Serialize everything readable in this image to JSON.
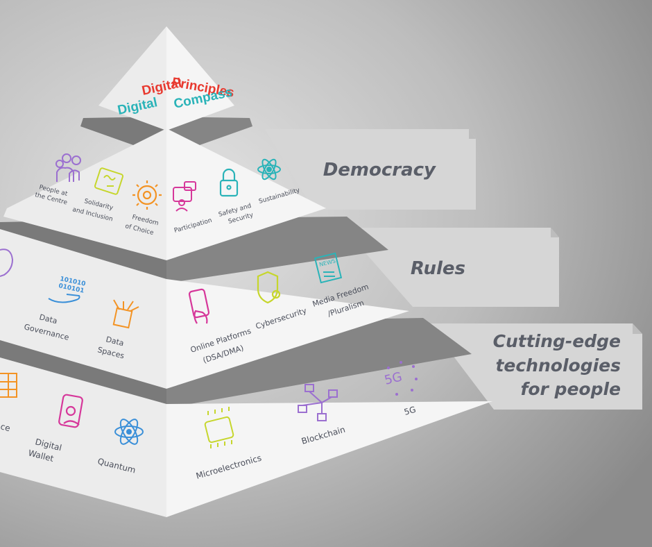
{
  "colors": {
    "background_light": "#d9d9d9",
    "background_dark": "#8e8e8e",
    "face_light": "#f2f2f2",
    "face_shade": "#dcdcdc",
    "gap": "#7a7a7a",
    "red": "#e8392f",
    "teal": "#2ab3b8",
    "purple": "#9b6fd0",
    "lime": "#c6d62c",
    "orange": "#f39324",
    "magenta": "#d6379a",
    "blue": "#3a8fd8",
    "label_text": "#575b66"
  },
  "apex": {
    "line1_left": "Digital",
    "line1_right": "Principles",
    "line2_left": "Digital",
    "line2_right": "Compass"
  },
  "tiers": {
    "democracy": "Democracy",
    "rules": "Rules",
    "tech_line1": "Cutting-edge",
    "tech_line2": "technologies",
    "tech_line3": "for people"
  },
  "level1": {
    "people_1": "People at",
    "people_2": "the Centre",
    "solidarity_1": "Solidarity",
    "solidarity_2": "and Inclusion",
    "freedom_1": "Freedom",
    "freedom_2": "of Choice",
    "participation": "Participation",
    "safety_1": "Safety and",
    "safety_2": "Security",
    "sustainability": "Sustainability"
  },
  "level2": {
    "data_gov_1": "Data",
    "data_gov_2": "Governance",
    "data_spaces_1": "Data",
    "data_spaces_2": "Spaces",
    "online_1": "Online Platforms",
    "online_2": "(DSA/DMA)",
    "cyber": "Cybersecurity",
    "media_1": "Media Freedom",
    "media_2": "/Pluralism",
    "news_badge": "NEWS",
    "binary_1": "101010",
    "binary_2": "010101"
  },
  "level3": {
    "cut_text": "ce",
    "wallet_1": "Digital",
    "wallet_2": "Wallet",
    "quantum": "Quantum",
    "micro": "Microelectronics",
    "blockchain": "Blockchain",
    "fiveg": "5G",
    "fiveg_icon": "5G"
  },
  "icons": [
    "people-group-icon",
    "puzzle-icon",
    "gear-icon",
    "chat-hand-icon",
    "padlock-icon",
    "atom-icon",
    "binary-hand-icon",
    "data-spaces-icon",
    "smartphone-hand-icon",
    "shield-icon",
    "newspaper-icon",
    "wallet-phone-icon",
    "quantum-icon",
    "chip-icon",
    "blockchain-icon",
    "fiveg-icon"
  ]
}
